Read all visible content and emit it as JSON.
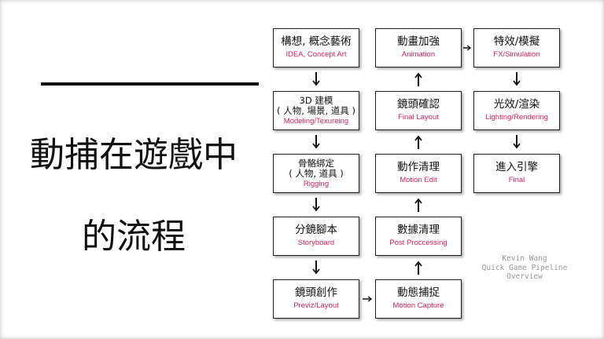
{
  "title": {
    "line1": "動捕在遊戲中",
    "line2": "的流程"
  },
  "nodes": {
    "concept": {
      "zh": "構想, 概念藝術",
      "en": "IDEA, Concept Art"
    },
    "modeling": {
      "zh": "3D 建模\n( 人物, 場景, 道具 )",
      "en": "Modeling/Texureing"
    },
    "rigging": {
      "zh": "骨骼綁定\n( 人物, 道具 )",
      "en": "Rigging"
    },
    "storyboard": {
      "zh": "分鏡腳本",
      "en": "Storyboard"
    },
    "previz": {
      "zh": "鏡頭創作",
      "en": "Previz/Layout"
    },
    "capture": {
      "zh": "動態捕捉",
      "en": "Motion Capture"
    },
    "postproc": {
      "zh": "數據清理",
      "en": "Post Proccessing"
    },
    "motionedit": {
      "zh": "動作清理",
      "en": "Motion Edit"
    },
    "finallayout": {
      "zh": "鏡頭確認",
      "en": "Final Layout"
    },
    "animation": {
      "zh": "動畫加強",
      "en": "Animation"
    },
    "fx": {
      "zh": "特效/模擬",
      "en": "FX/Simulation"
    },
    "lighting": {
      "zh": "光效/渲染",
      "en": "Lighting/Rendering"
    },
    "final": {
      "zh": "進入引擎",
      "en": "Final"
    }
  },
  "credit": {
    "line1": "Kevin Wang",
    "line2": "Quick Game Pipeline",
    "line3": "Overview"
  },
  "colors": {
    "accent": "#e0225a",
    "text": "#111111",
    "credit": "#999999"
  }
}
